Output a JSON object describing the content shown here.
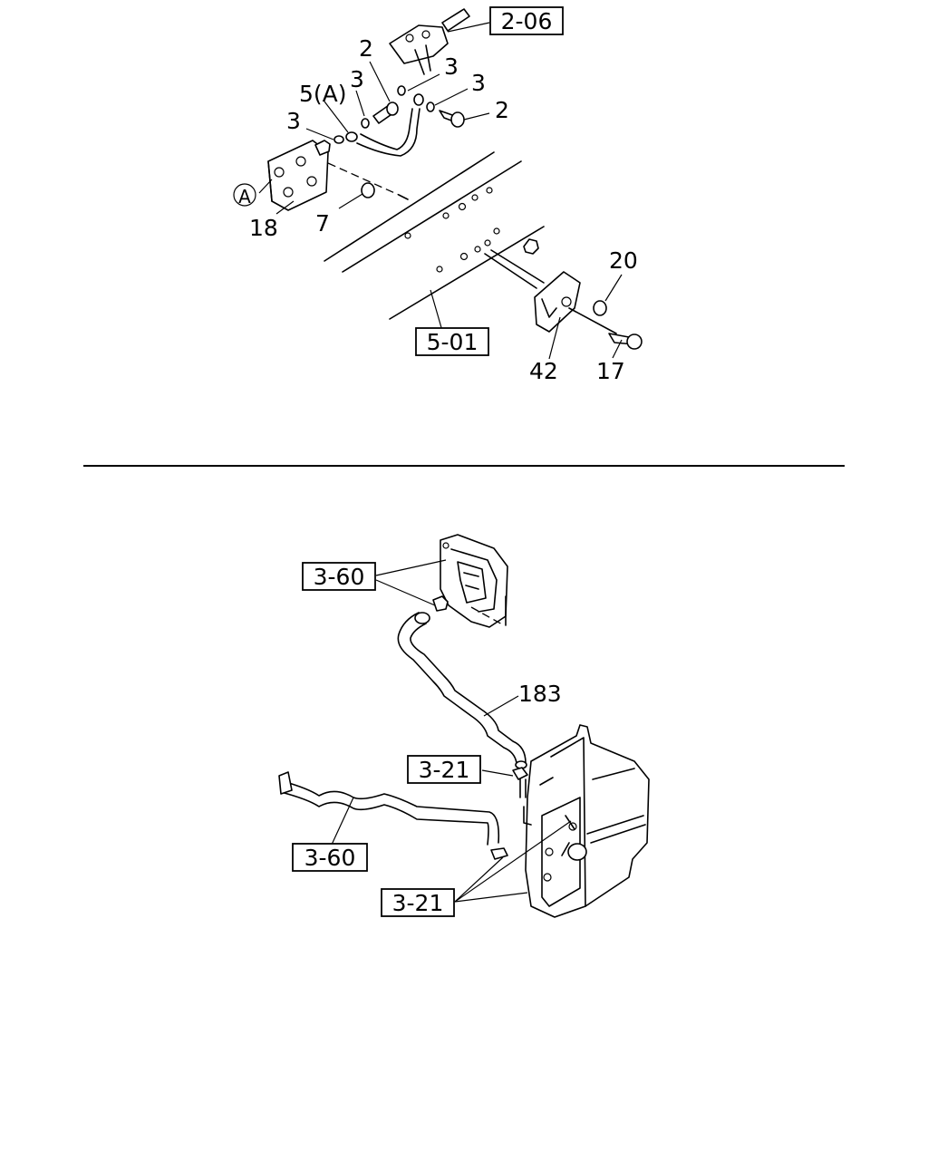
{
  "upper_diagram": {
    "callouts": [
      "2",
      "3",
      "5(A)",
      "3",
      "3",
      "3",
      "2",
      "A",
      "18",
      "7",
      "20",
      "42",
      "17"
    ],
    "refs": [
      "2-06",
      "5-01"
    ]
  },
  "lower_diagram": {
    "callouts": [
      "183"
    ],
    "refs": [
      "3-60",
      "3-60",
      "3-21",
      "3-21"
    ]
  }
}
